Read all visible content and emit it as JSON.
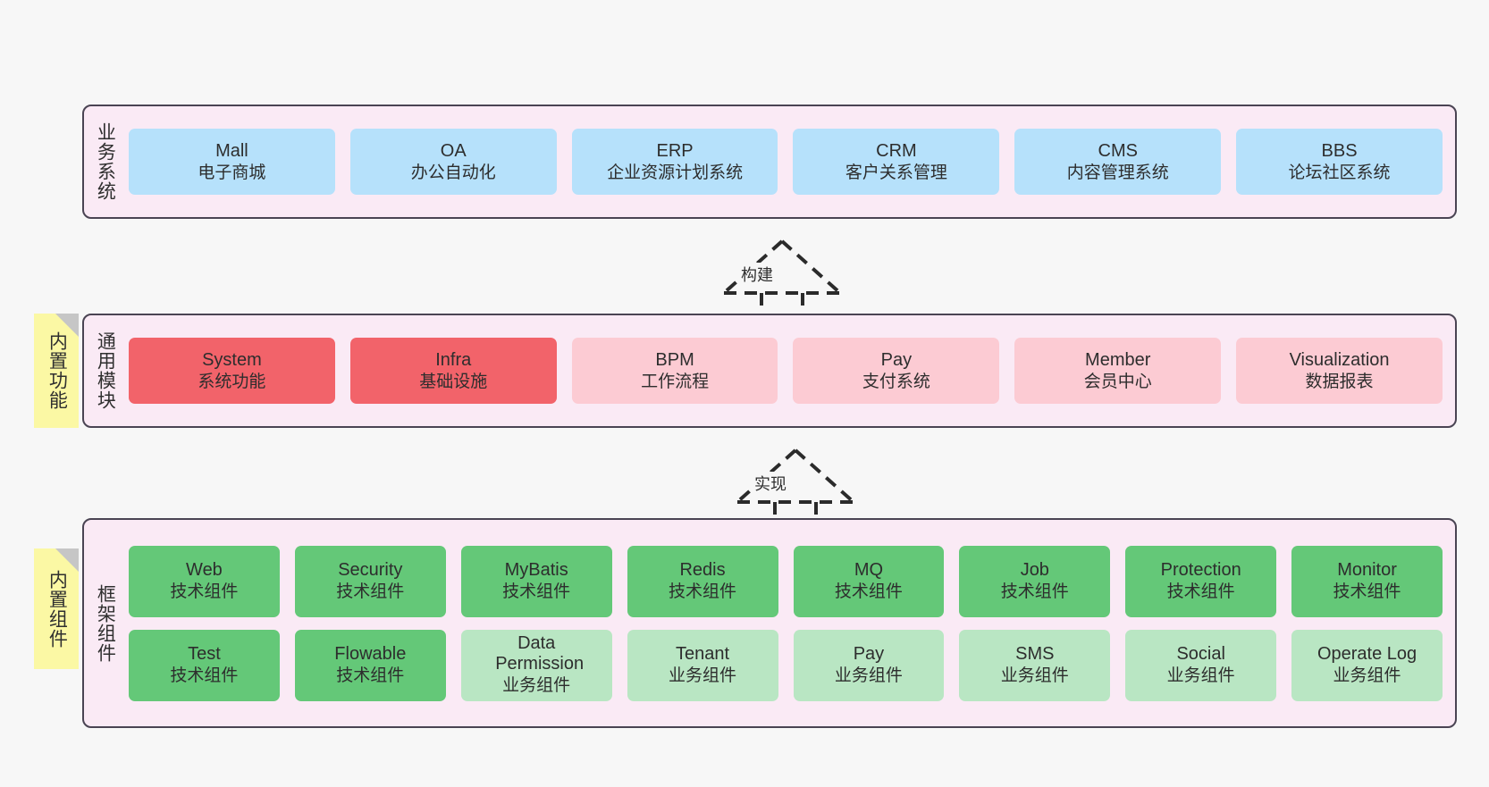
{
  "layers": [
    {
      "id": "business",
      "label": "业务系统",
      "rows": [
        {
          "items": [
            {
              "title": "Mall",
              "subtitle": "电子商城",
              "color": "c-blue"
            },
            {
              "title": "OA",
              "subtitle": "办公自动化",
              "color": "c-blue"
            },
            {
              "title": "ERP",
              "subtitle": "企业资源计划系统",
              "color": "c-blue"
            },
            {
              "title": "CRM",
              "subtitle": "客户关系管理",
              "color": "c-blue"
            },
            {
              "title": "CMS",
              "subtitle": "内容管理系统",
              "color": "c-blue"
            },
            {
              "title": "BBS",
              "subtitle": "论坛社区系统",
              "color": "c-blue"
            }
          ]
        }
      ]
    },
    {
      "id": "common",
      "label": "通用模块",
      "sticky": "内置功能",
      "rows": [
        {
          "items": [
            {
              "title": "System",
              "subtitle": "系统功能",
              "color": "c-red"
            },
            {
              "title": "Infra",
              "subtitle": "基础设施",
              "color": "c-red"
            },
            {
              "title": "BPM",
              "subtitle": "工作流程",
              "color": "c-pink"
            },
            {
              "title": "Pay",
              "subtitle": "支付系统",
              "color": "c-pink"
            },
            {
              "title": "Member",
              "subtitle": "会员中心",
              "color": "c-pink"
            },
            {
              "title": "Visualization",
              "subtitle": "数据报表",
              "color": "c-pink"
            }
          ]
        }
      ]
    },
    {
      "id": "framework",
      "label": "框架组件",
      "sticky": "内置组件",
      "rows": [
        {
          "items": [
            {
              "title": "Web",
              "subtitle": "技术组件",
              "color": "c-green"
            },
            {
              "title": "Security",
              "subtitle": "技术组件",
              "color": "c-green"
            },
            {
              "title": "MyBatis",
              "subtitle": "技术组件",
              "color": "c-green"
            },
            {
              "title": "Redis",
              "subtitle": "技术组件",
              "color": "c-green"
            },
            {
              "title": "MQ",
              "subtitle": "技术组件",
              "color": "c-green"
            },
            {
              "title": "Job",
              "subtitle": "技术组件",
              "color": "c-green"
            },
            {
              "title": "Protection",
              "subtitle": "技术组件",
              "color": "c-green"
            },
            {
              "title": "Monitor",
              "subtitle": "技术组件",
              "color": "c-green"
            }
          ]
        },
        {
          "items": [
            {
              "title": "Test",
              "subtitle": "技术组件",
              "color": "c-green"
            },
            {
              "title": "Flowable",
              "subtitle": "技术组件",
              "color": "c-green"
            },
            {
              "title": "Data Permission",
              "subtitle": "业务组件",
              "color": "c-lightgreen"
            },
            {
              "title": "Tenant",
              "subtitle": "业务组件",
              "color": "c-lightgreen"
            },
            {
              "title": "Pay",
              "subtitle": "业务组件",
              "color": "c-lightgreen"
            },
            {
              "title": "SMS",
              "subtitle": "业务组件",
              "color": "c-lightgreen"
            },
            {
              "title": "Social",
              "subtitle": "业务组件",
              "color": "c-lightgreen"
            },
            {
              "title": "Operate Log",
              "subtitle": "业务组件",
              "color": "c-lightgreen"
            }
          ]
        }
      ]
    }
  ],
  "connectors": [
    {
      "id": "build",
      "label": "构建"
    },
    {
      "id": "implement",
      "label": "实现"
    }
  ],
  "colors": {
    "panel_bg": "#faeaf5",
    "panel_border": "#4a4453",
    "sticky": "#fbf8a4",
    "blue": "#b6e1fb",
    "red": "#f2636a",
    "pink": "#fccbd3",
    "green": "#64c878",
    "light_green": "#b9e6c3"
  }
}
